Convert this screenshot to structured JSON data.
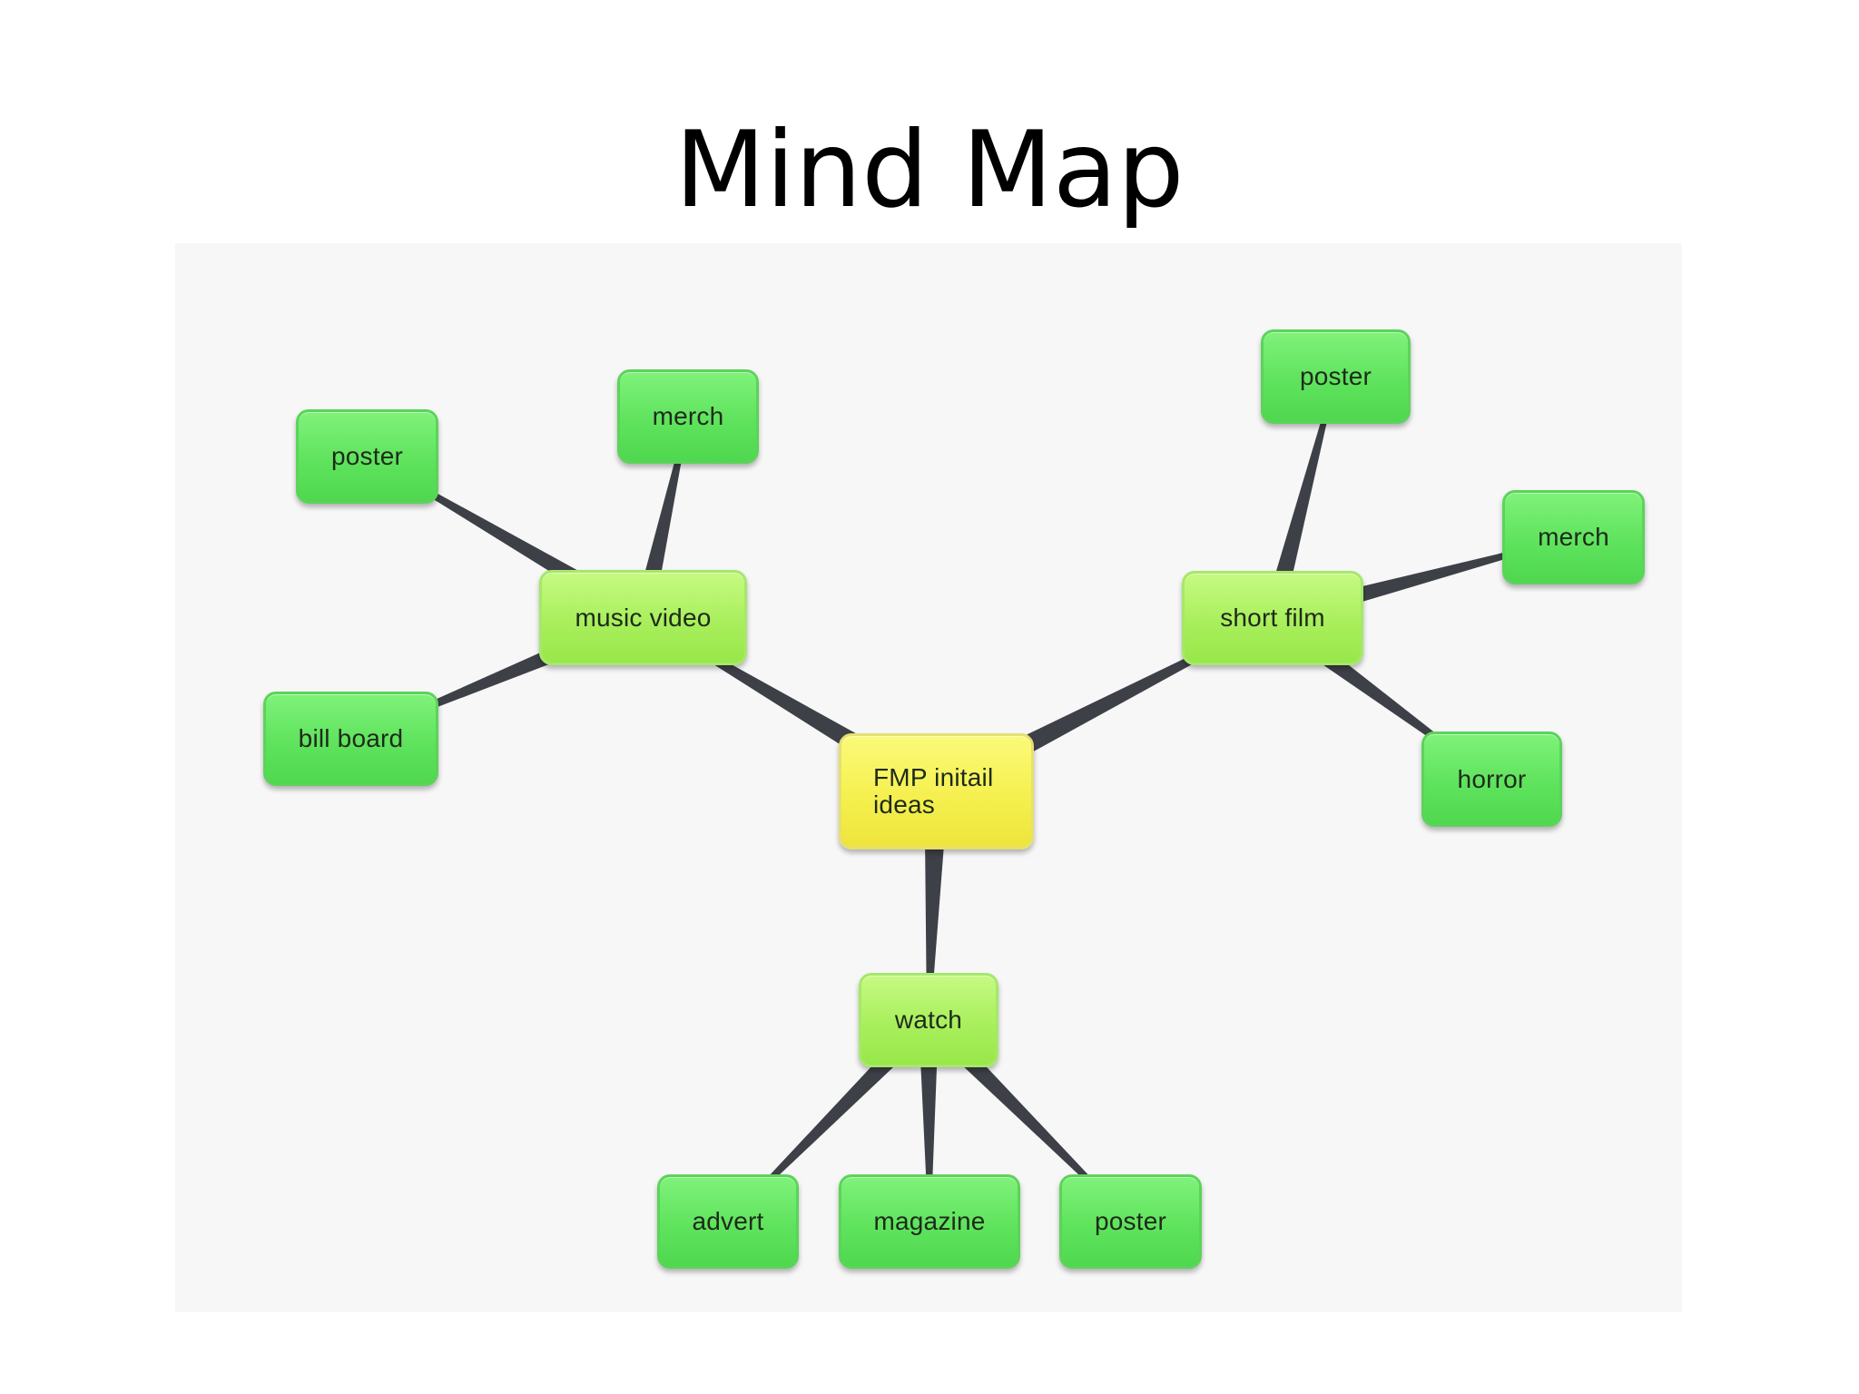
{
  "slide": {
    "title": "Mind Map"
  },
  "mind_map": {
    "center": {
      "id": "center",
      "label": "FMP initail ideas",
      "color": "#f3ee4a"
    },
    "branches": [
      {
        "id": "music-video",
        "label": "music video",
        "color": "#a9ef5c",
        "children": [
          {
            "id": "mv-poster",
            "label": "poster"
          },
          {
            "id": "mv-merch",
            "label": "merch"
          },
          {
            "id": "mv-bill-board",
            "label": "bill board"
          }
        ]
      },
      {
        "id": "short-film",
        "label": "short film",
        "color": "#a9ef5c",
        "children": [
          {
            "id": "sf-poster",
            "label": "poster"
          },
          {
            "id": "sf-merch",
            "label": "merch"
          },
          {
            "id": "sf-horror",
            "label": "horror"
          }
        ]
      },
      {
        "id": "watch",
        "label": "watch",
        "color": "#a9ef5c",
        "children": [
          {
            "id": "w-advert",
            "label": "advert"
          },
          {
            "id": "w-magazine",
            "label": "magazine"
          },
          {
            "id": "w-poster",
            "label": "poster"
          }
        ]
      }
    ],
    "leaf_color": "#5fe35d",
    "connector_color": "#3e4048",
    "background_color": "#f7f7f7"
  }
}
